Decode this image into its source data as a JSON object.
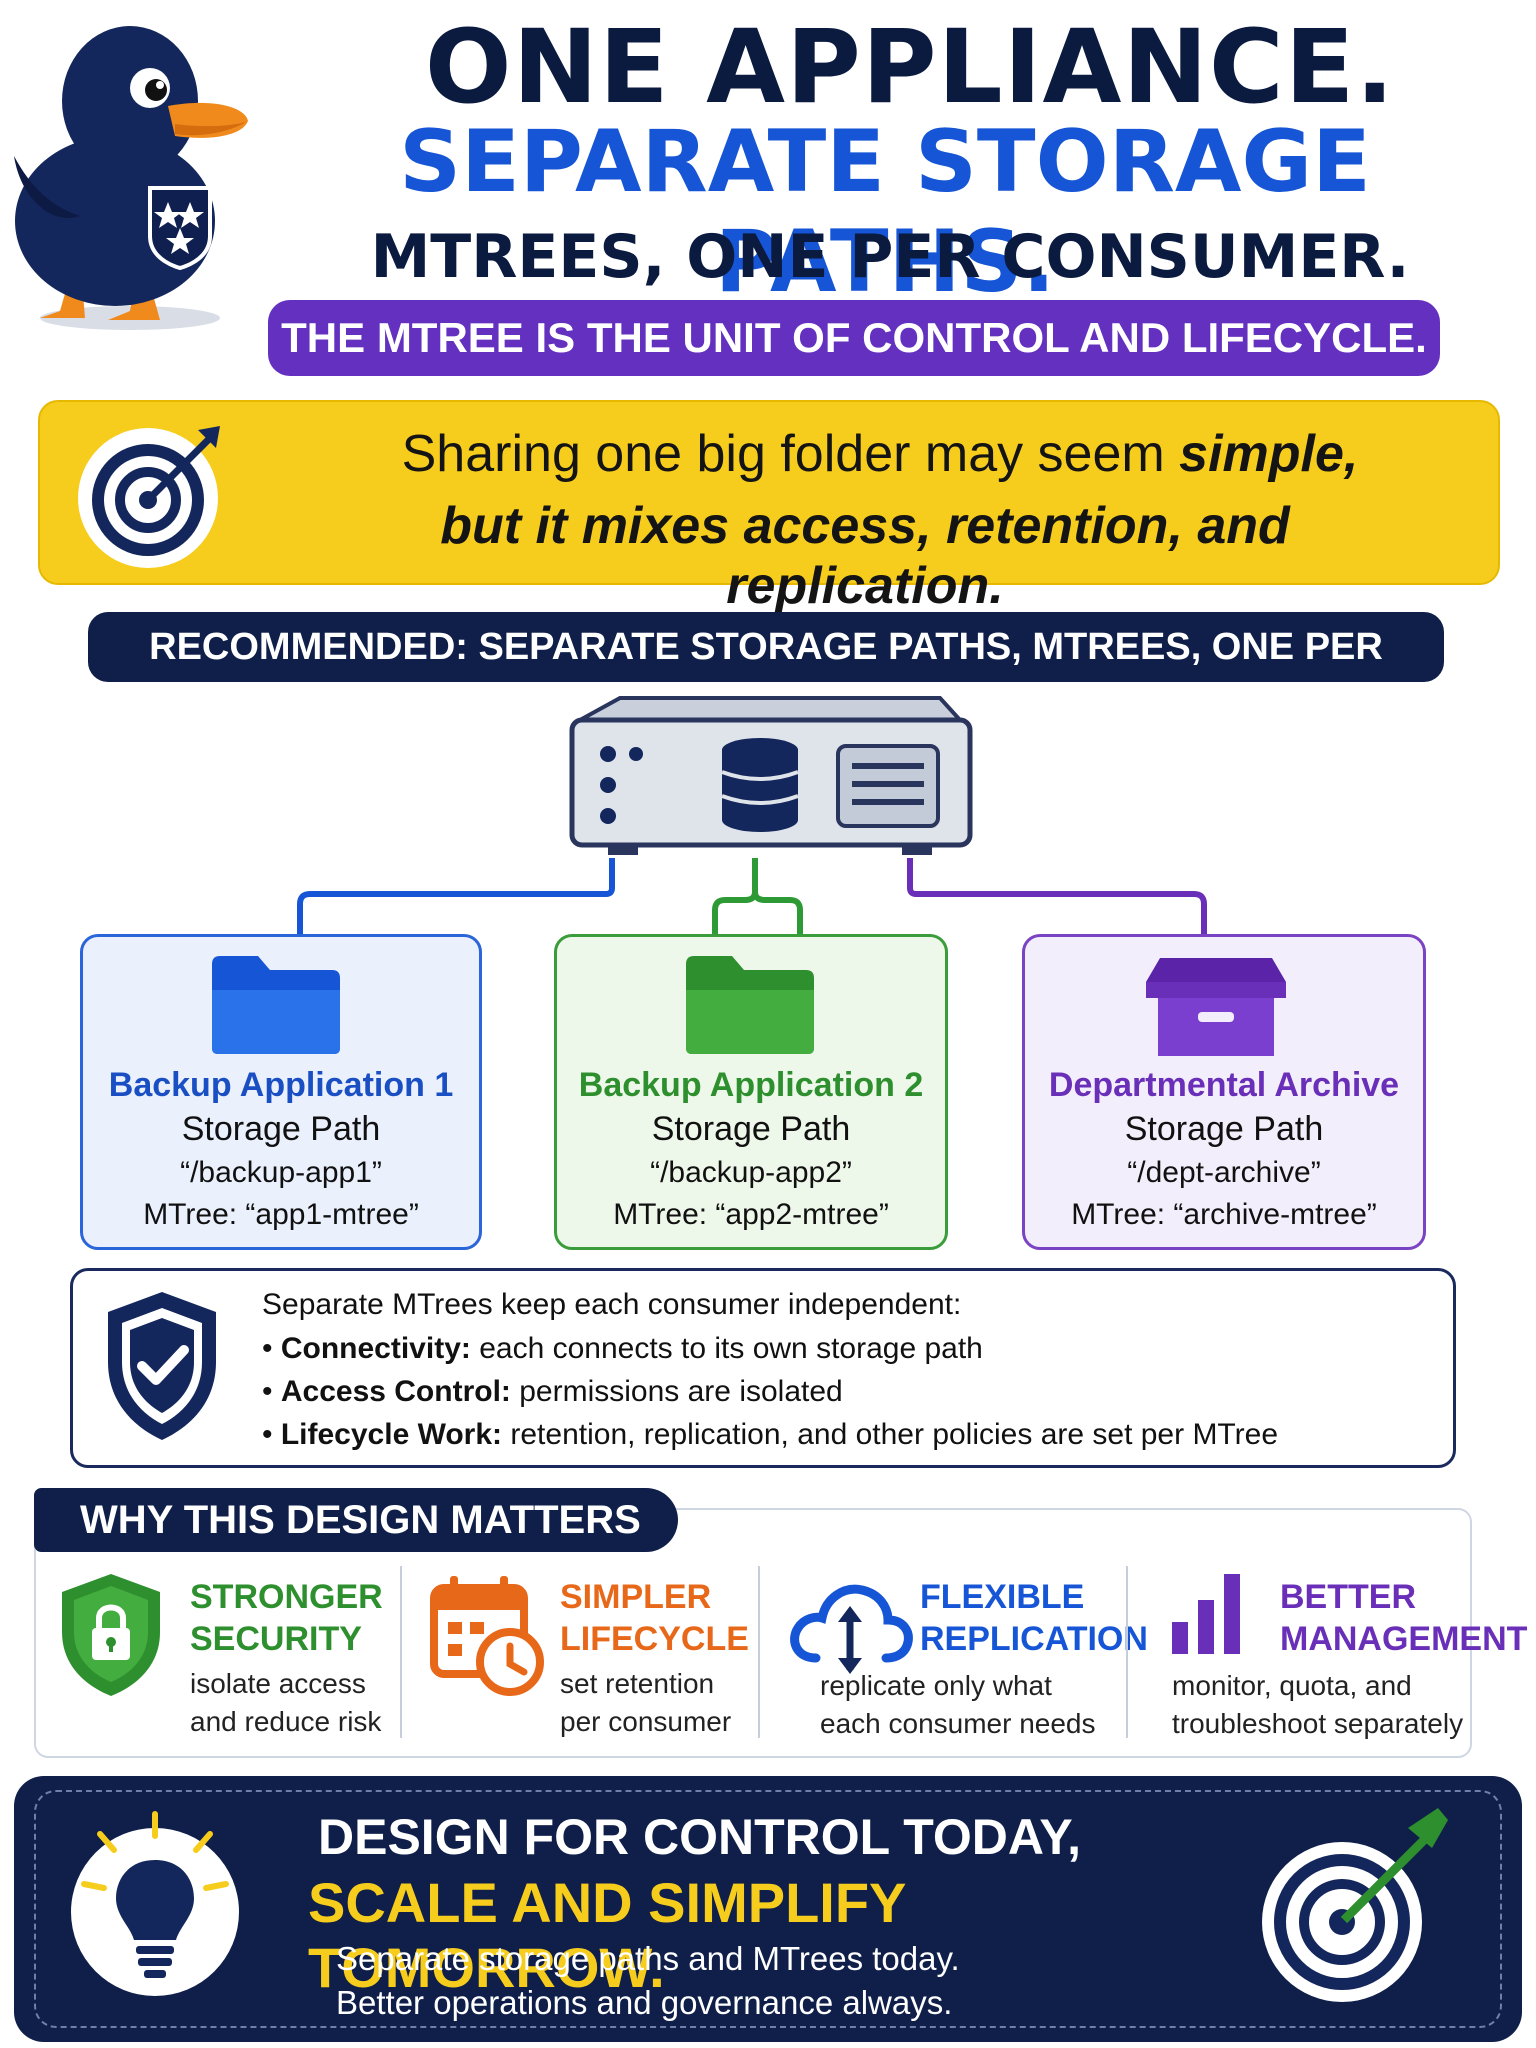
{
  "header": {
    "title_line1": "ONE APPLIANCE.",
    "title_line2": "SEPARATE STORAGE PATHS.",
    "title_line3": "MTREES, ONE PER CONSUMER.",
    "banner": "THE MTREE IS THE UNIT OF CONTROL AND LIFECYCLE."
  },
  "warning": {
    "line1": "Sharing one big folder may seem ",
    "line1_emphasis": "simple,",
    "line2": "but it mixes access, retention, and replication."
  },
  "recommended_label": "RECOMMENDED: SEPARATE STORAGE PATHS, MTREES, ONE PER CONSUMER",
  "consumers": [
    {
      "title": "Backup Application 1",
      "subtitle": "Storage Path",
      "path": "“/backup-app1”",
      "mtree": "MTree: “app1-mtree”",
      "icon": "blue-folder-icon",
      "color": "#1a4fc4"
    },
    {
      "title": "Backup Application 2",
      "subtitle": "Storage Path",
      "path": "“/backup-app2”",
      "mtree": "MTree: “app2-mtree”",
      "icon": "green-folder-icon",
      "color": "#2e8f2e"
    },
    {
      "title": "Departmental Archive",
      "subtitle": "Storage Path",
      "path": "“/dept-archive”",
      "mtree": "MTree: “archive-mtree”",
      "icon": "purple-archive-box-icon",
      "color": "#6a2fb8"
    }
  ],
  "independence": {
    "intro": "Separate MTrees keep each consumer independent:",
    "items": [
      {
        "label": "Connectivity:",
        "text": " each connects to its own storage path"
      },
      {
        "label": "Access Control:",
        "text": " permissions are isolated"
      },
      {
        "label": "Lifecycle Work:",
        "text": " retention, replication, and other policies are set per MTree"
      }
    ]
  },
  "why": {
    "heading": "WHY THIS DESIGN MATTERS",
    "items": [
      {
        "title1": "STRONGER",
        "title2": "SECURITY",
        "desc1": "isolate access",
        "desc2": "and reduce risk",
        "color": "#2e8f2e",
        "icon": "shield-lock-icon"
      },
      {
        "title1": "SIMPLER",
        "title2": "LIFECYCLE",
        "desc1": "set retention",
        "desc2": "per consumer",
        "color": "#e8681a",
        "icon": "calendar-clock-icon"
      },
      {
        "title1": "FLEXIBLE",
        "title2": "REPLICATION",
        "desc1": "replicate only what",
        "desc2": "each consumer needs",
        "color": "#1656d6",
        "icon": "cloud-sync-icon"
      },
      {
        "title1": "BETTER",
        "title2": "MANAGEMENT",
        "desc1": "monitor, quota, and",
        "desc2": "troubleshoot separately",
        "color": "#6a2fb8",
        "icon": "bar-chart-icon"
      }
    ]
  },
  "footer": {
    "line1": "DESIGN FOR CONTROL TODAY,",
    "line2": "SCALE AND SIMPLIFY TOMORROW.",
    "line3": "Separate storage paths and MTrees today.",
    "line4": "Better operations and governance always."
  }
}
